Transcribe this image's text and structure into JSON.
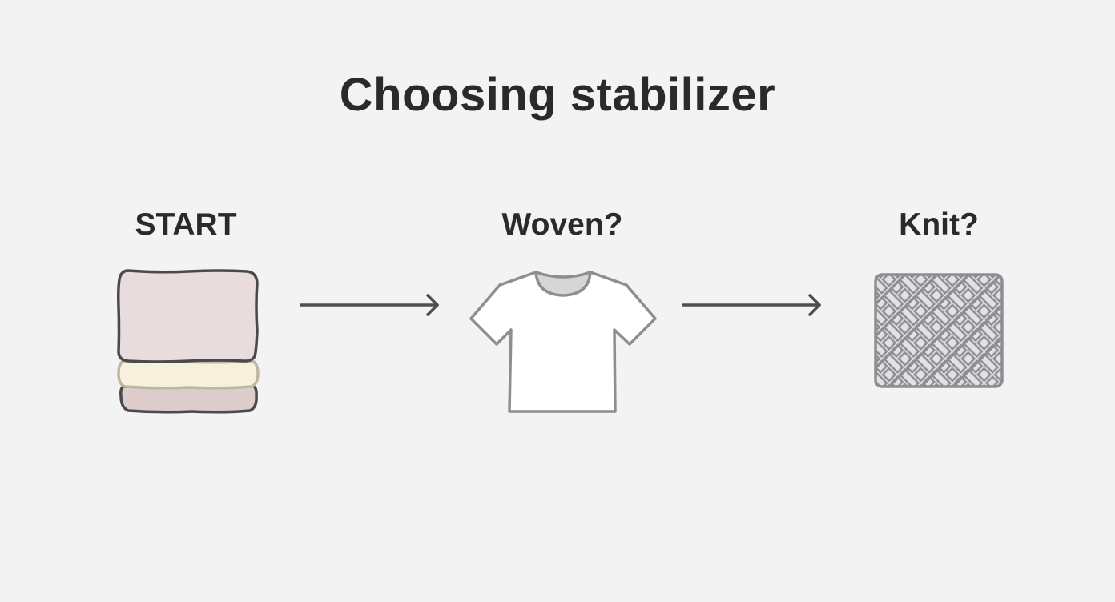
{
  "title": "Choosing stabilizer",
  "steps": [
    {
      "label": "START",
      "icon": "fabric-layers-icon"
    },
    {
      "label": "Woven?",
      "icon": "t-shirt-icon"
    },
    {
      "label": "Knit?",
      "icon": "knit-pattern-icon"
    }
  ],
  "connectors": [
    {
      "from": "START",
      "to": "Woven?"
    },
    {
      "from": "Woven?",
      "to": "Knit?"
    }
  ],
  "colors": {
    "background": "#f3f3f3",
    "text": "#2a2a2c",
    "outline": "#4a4a4e",
    "layer_top": "#e8dcdc",
    "layer_middle": "#f6f0dc",
    "layer_bottom": "#dccccc",
    "shirt_body": "#ffffff",
    "shirt_collar": "#d6d6d6",
    "knit_fill": "#e2e2e4",
    "knit_stroke": "#8e8e92",
    "arrow": "#4e4e52"
  }
}
